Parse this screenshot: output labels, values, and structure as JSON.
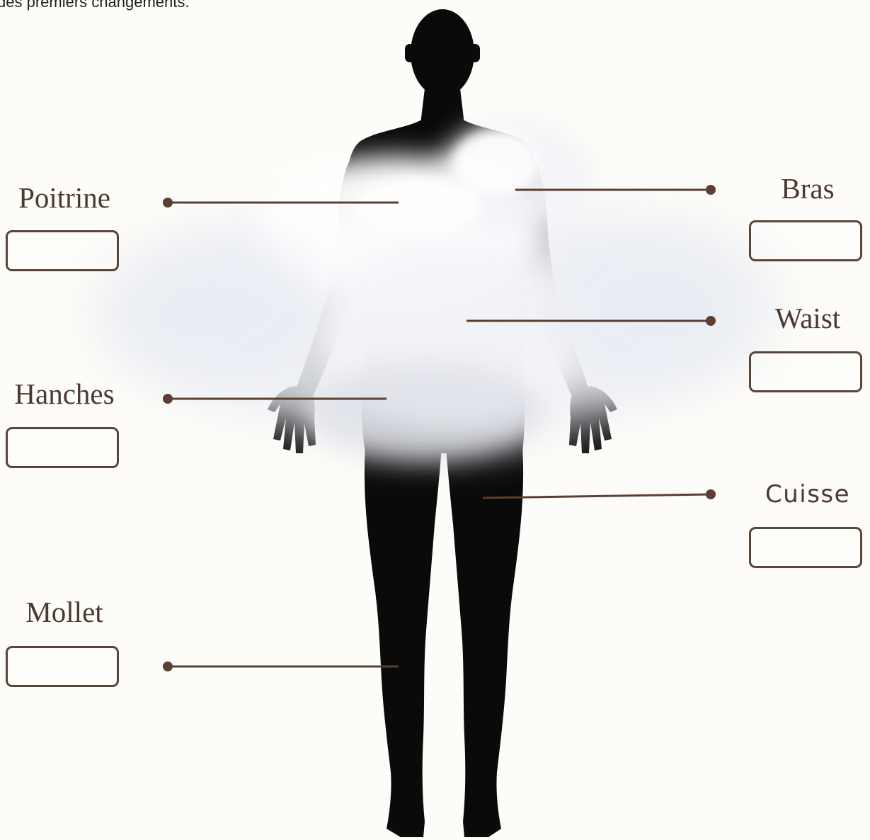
{
  "intro_text": "des premiers changements.",
  "colors": {
    "line": "#5b3f31",
    "label": "#4a3a31",
    "box_border": "#5b4538",
    "silhouette": "#0a0a0a",
    "background": "#fdfcf8"
  },
  "labels": {
    "poitrine": "Poitrine",
    "hanches": "Hanches",
    "mollet": "Mollet",
    "bras": "Bras",
    "waist": "Waist",
    "cuisse": "Cuisse"
  }
}
